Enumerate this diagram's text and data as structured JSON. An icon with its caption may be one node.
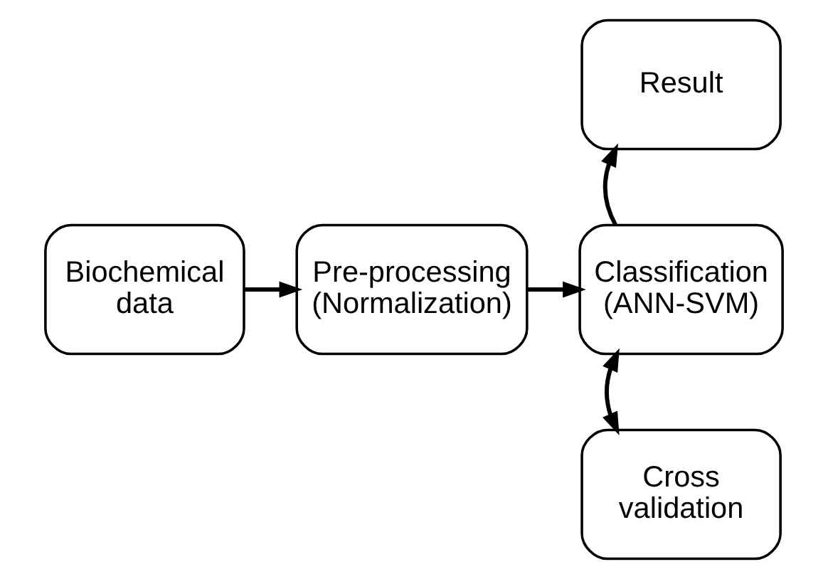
{
  "diagram": {
    "nodes": [
      {
        "text": [
          "Biochemical data"
        ]
      },
      {
        "text": [
          "Pre-processing (Normalization)"
        ]
      },
      {
        "text": [
          "Classification (ANN-SVM)"
        ]
      },
      {
        "text": [
          "Result"
        ]
      },
      {
        "text": [
          "Cross validation"
        ]
      }
    ],
    "edges": [
      {
        "from": 0,
        "to": 1,
        "arrow": "to"
      },
      {
        "from": 1,
        "to": 2,
        "arrow": "to"
      },
      {
        "from": 2,
        "to": 3,
        "arrow": "to"
      },
      {
        "from": 2,
        "to": 4,
        "arrow": "both"
      }
    ]
  }
}
